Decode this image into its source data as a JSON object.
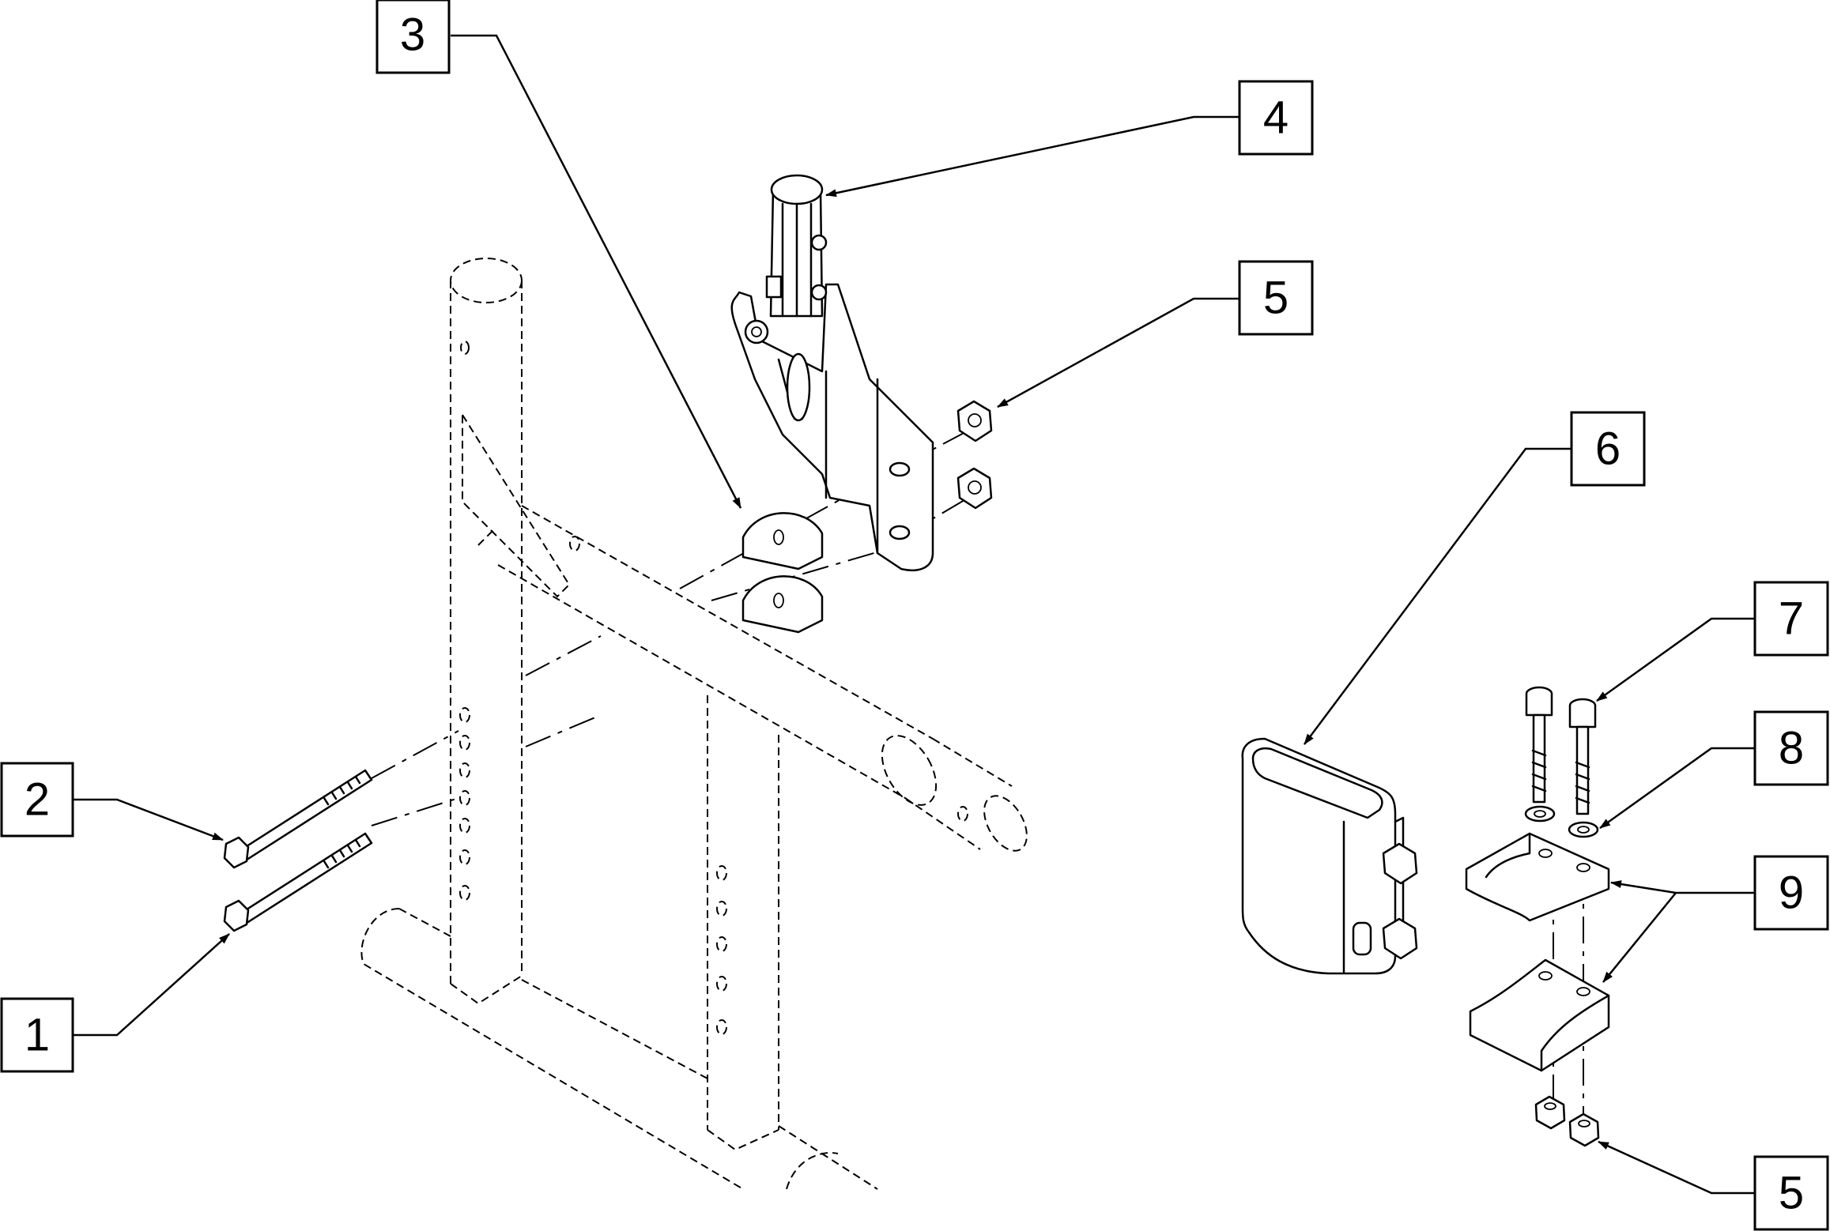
{
  "diagram": {
    "callouts": [
      {
        "id": "c1",
        "label": "1",
        "part": "long-bolt-lower"
      },
      {
        "id": "c2",
        "label": "2",
        "part": "long-bolt-upper"
      },
      {
        "id": "c3",
        "label": "3",
        "part": "spacer-blocks"
      },
      {
        "id": "c4",
        "label": "4",
        "part": "swing-away-bracket"
      },
      {
        "id": "c5a",
        "label": "5",
        "part": "hex-nuts-bracket"
      },
      {
        "id": "c6",
        "label": "6",
        "part": "receiver-housing"
      },
      {
        "id": "c7",
        "label": "7",
        "part": "socket-cap-screws"
      },
      {
        "id": "c8",
        "label": "8",
        "part": "washers"
      },
      {
        "id": "c9",
        "label": "9",
        "part": "tube-clamp-halves"
      },
      {
        "id": "c5b",
        "label": "5",
        "part": "hex-nuts-clamp"
      }
    ],
    "line_color": "#000000",
    "background_color": "#ffffff"
  }
}
